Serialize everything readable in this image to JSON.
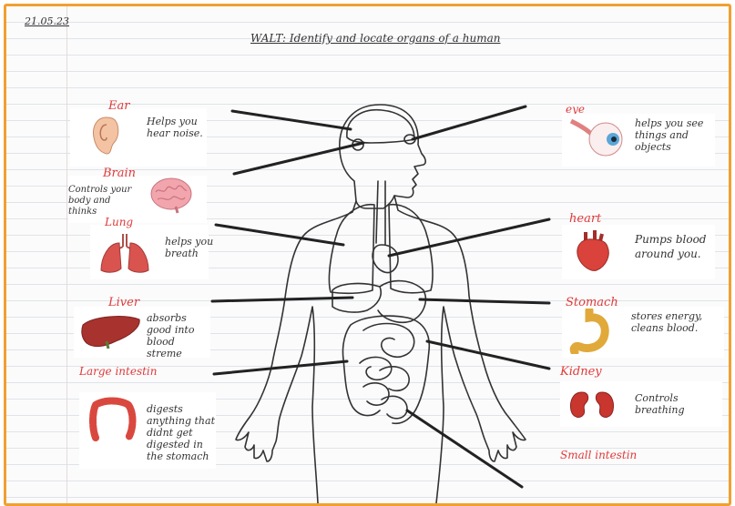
{
  "date": "21.05.23",
  "title": "WALT: Identify and locate organs of a human",
  "labels": {
    "ear": "Ear",
    "ear_desc": "Helps you hear noise.",
    "brain": "Brain",
    "brain_desc": "Controls your body and thinks",
    "lung": "Lung",
    "lung_desc": "helps you breath",
    "liver": "Liver",
    "liver_desc": "absorbs good into blood streme",
    "large_intestine": "Large intestin",
    "large_intestine_desc": "digests anything that didnt get digested in the stomach",
    "eye": "eye",
    "eye_desc": "helps you see things and objects",
    "heart": "heart",
    "heart_desc": "Pumps blood around you.",
    "stomach": "Stomach",
    "stomach_desc": "stores energy, cleans blood.",
    "kidney": "Kidney",
    "kidney_desc": "Controls breathing",
    "small_intestine": "Small intestin"
  },
  "colors": {
    "border": "#f0a030",
    "label_red": "#e03a3a",
    "ink": "#333333"
  }
}
